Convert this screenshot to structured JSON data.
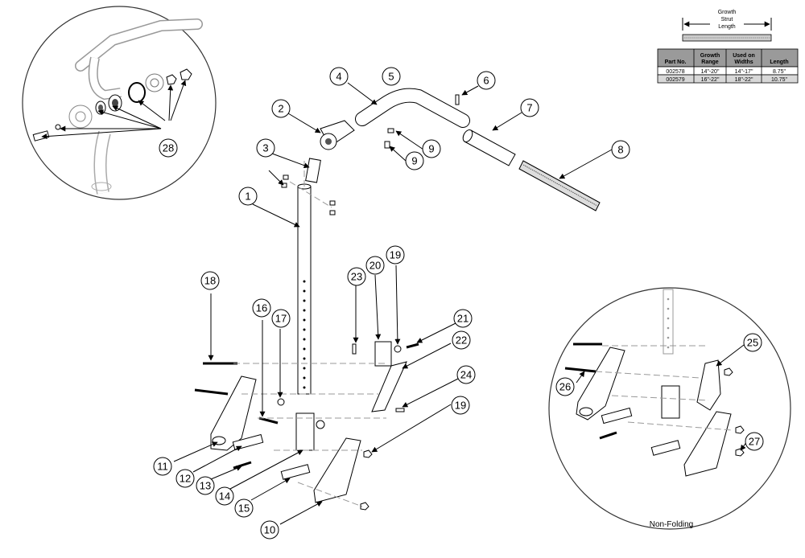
{
  "growth_strut": {
    "label_line1": "Growth",
    "label_line2": "Strut",
    "label_line3": "Length"
  },
  "parts_table": {
    "headers": [
      [
        "Part No.",
        ""
      ],
      [
        "Growth",
        "Range"
      ],
      [
        "Used on",
        "Widths"
      ],
      [
        "Length",
        ""
      ]
    ],
    "rows": [
      [
        "002578",
        "14\"-20\"",
        "14\"-17\"",
        "8.75\""
      ],
      [
        "002579",
        "16\"-22\"",
        "18\"-22\"",
        "10.75\""
      ]
    ]
  },
  "callouts": [
    "1",
    "2",
    "3",
    "4",
    "5",
    "6",
    "7",
    "8",
    "9",
    "9",
    "10",
    "11",
    "12",
    "13",
    "14",
    "15",
    "16",
    "17",
    "18",
    "19",
    "19",
    "20",
    "21",
    "22",
    "23",
    "24",
    "25",
    "26",
    "27",
    "28"
  ],
  "caption": "Non-Folding"
}
